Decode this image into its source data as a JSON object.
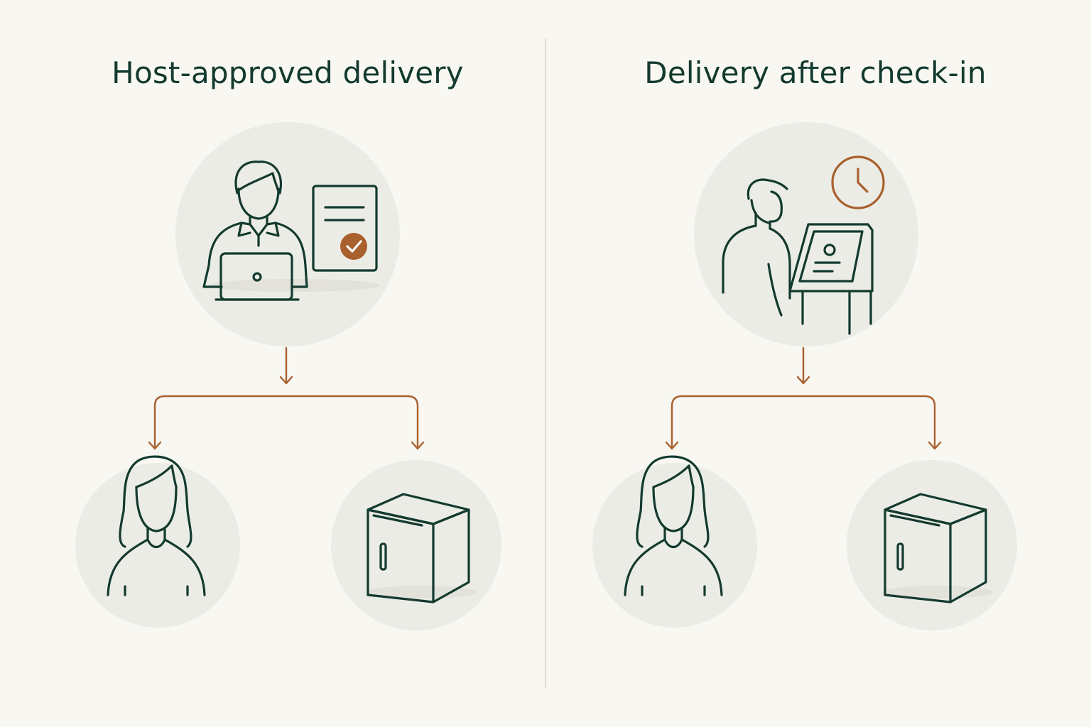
{
  "panels": [
    {
      "id": "host-approved",
      "title": "Host-approved delivery"
    },
    {
      "id": "after-check-in",
      "title": "Delivery after check-in"
    }
  ],
  "colors": {
    "background": "#f8f7f2",
    "circle": "#ecece6",
    "line": "#133a2f",
    "accent": "#a9602d",
    "divider": "#dcdbd4"
  },
  "icons": {
    "left_top": [
      "host-at-laptop-icon",
      "approval-document-icon",
      "checkmark-badge-icon"
    ],
    "right_top": [
      "visitor-icon",
      "check-in-kiosk-icon",
      "clock-icon"
    ],
    "outcomes": [
      "recipient-person-icon",
      "delivery-locker-icon"
    ]
  }
}
